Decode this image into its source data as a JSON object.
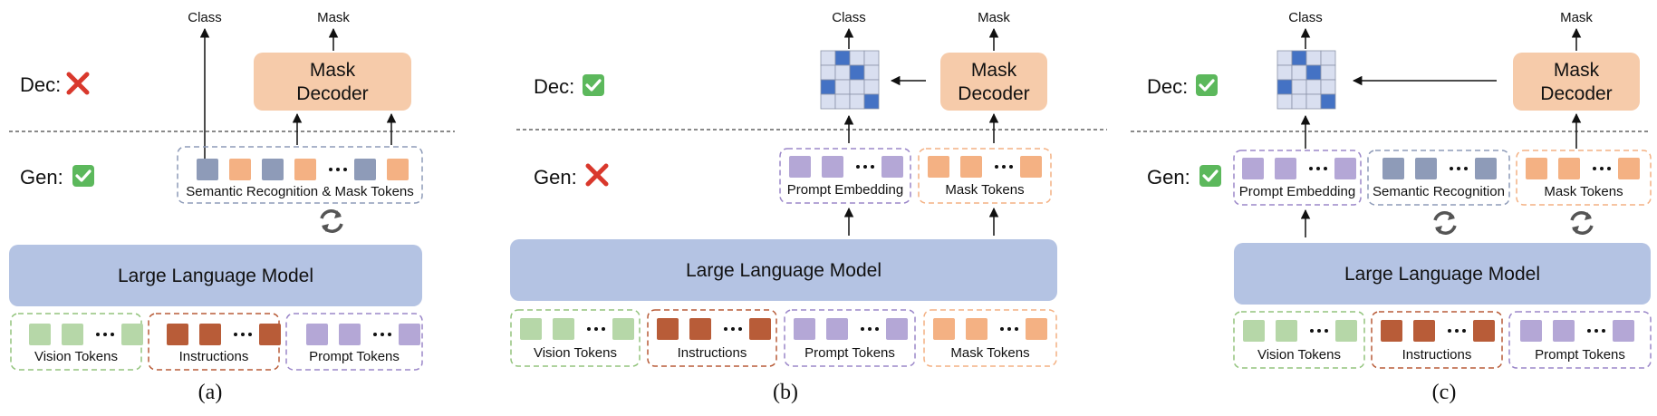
{
  "colors": {
    "green": "#b6d7a8",
    "green_border": "#93c47d",
    "brown": "#b85c38",
    "brown_border": "#b85c38",
    "purple": "#b4a7d6",
    "purple_border": "#9b87c9",
    "orange": "#f4b183",
    "orange_border": "#f4b183",
    "slate": "#8e9bb8",
    "slate_border": "#8e9bb8",
    "llm": "#b4c3e3",
    "decoder": "#f6cbaa",
    "grid_light": "#d9dff0",
    "grid_dark": "#4472c4",
    "check": "#5cb85c",
    "cross": "#d9382c"
  },
  "icons": {
    "check": "check-mark-icon",
    "cross": "cross-mark-icon",
    "cycle": "refresh-cycle-icon",
    "arrow": "arrow-icon"
  },
  "panels": {
    "a": {
      "caption": "(a)",
      "dec_label": "Dec:",
      "dec_status": "cross",
      "gen_label": "Gen:",
      "gen_status": "check",
      "out_class": "Class",
      "out_mask": "Mask",
      "decoder": "Mask Decoder",
      "gen_group": "Semantic Recognition & Mask Tokens",
      "llm": "Large Language Model",
      "input_groups": [
        "Vision Tokens",
        "Instructions",
        "Prompt Tokens"
      ]
    },
    "b": {
      "caption": "(b)",
      "dec_label": "Dec:",
      "dec_status": "check",
      "gen_label": "Gen:",
      "gen_status": "cross",
      "out_class": "Class",
      "out_mask": "Mask",
      "decoder": "Mask Decoder",
      "gen_groups": [
        "Prompt Embedding",
        "Mask Tokens"
      ],
      "llm": "Large Language Model",
      "input_groups": [
        "Vision Tokens",
        "Instructions",
        "Prompt Tokens",
        "Mask Tokens"
      ]
    },
    "c": {
      "caption": "(c)",
      "dec_label": "Dec:",
      "dec_status": "check",
      "gen_label": "Gen:",
      "gen_status": "check",
      "out_class": "Class",
      "out_mask": "Mask",
      "decoder": "Mask Decoder",
      "gen_groups": [
        "Prompt Embedding",
        "Semantic Recognition",
        "Mask Tokens"
      ],
      "llm": "Large Language Model",
      "input_groups": [
        "Vision Tokens",
        "Instructions",
        "Prompt Tokens"
      ]
    }
  }
}
